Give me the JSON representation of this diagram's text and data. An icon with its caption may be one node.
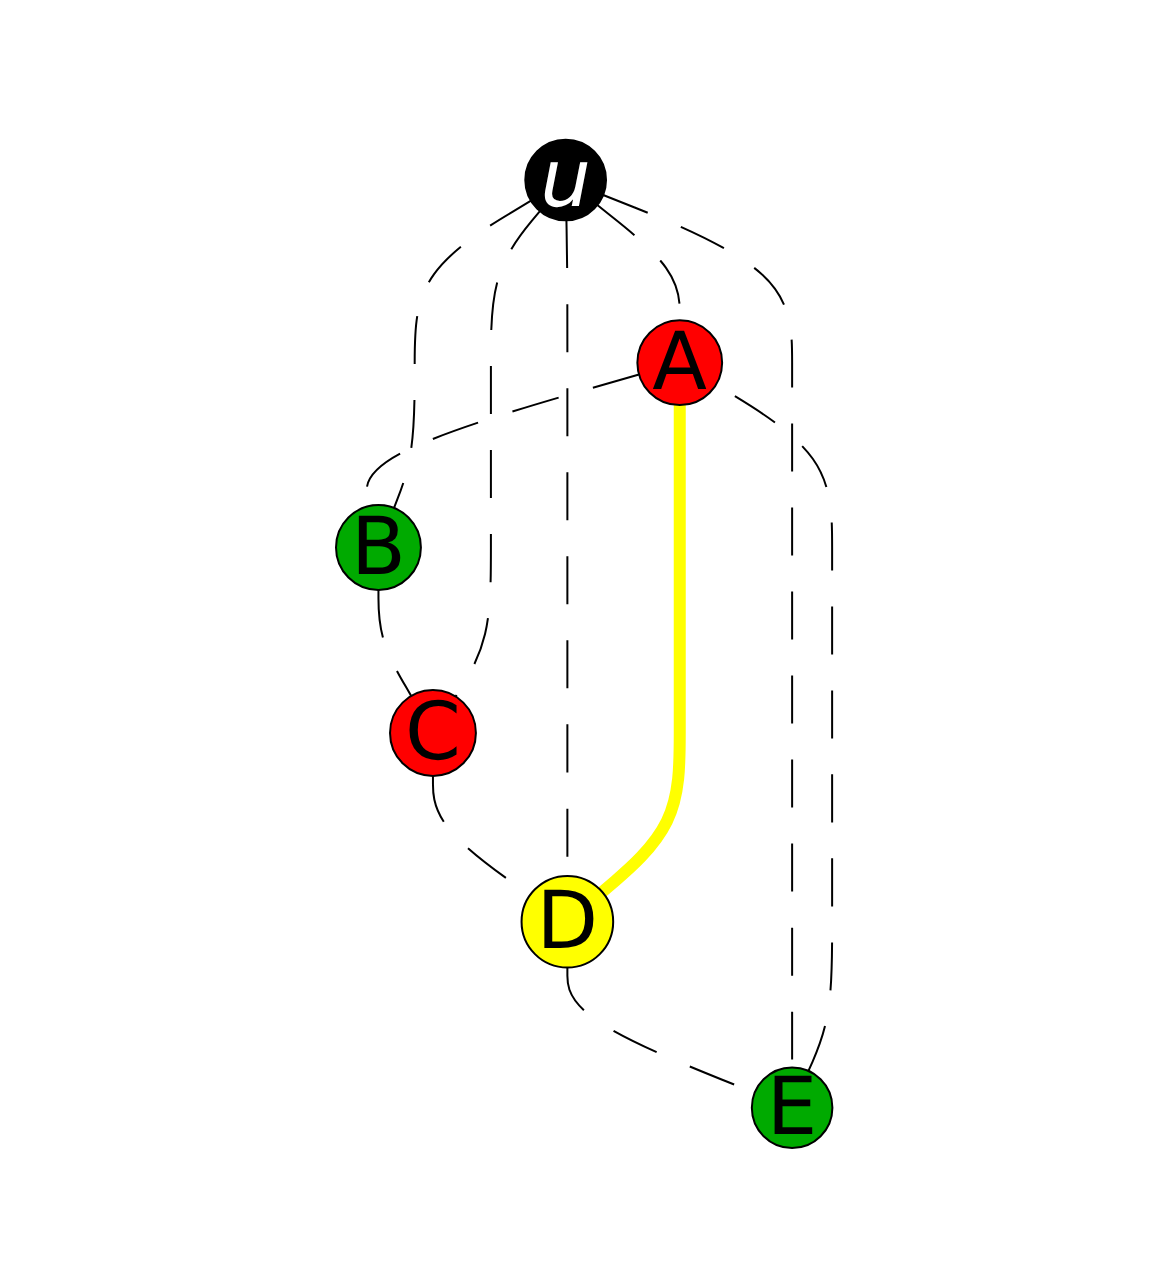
{
  "diagram": {
    "nodes": [
      {
        "text": [
          "A"
        ]
      },
      {
        "text": [
          "E"
        ]
      },
      {
        "text": [
          "B"
        ]
      },
      {
        "text": [
          "u"
        ]
      },
      {
        "text": [
          "D"
        ]
      },
      {
        "text": [
          "C"
        ]
      }
    ],
    "edges": [
      {
        "from": 0,
        "to": 2,
        "arrow": "none",
        "style": "dashed"
      },
      {
        "from": 2,
        "to": 5,
        "arrow": "none",
        "style": "dashed"
      },
      {
        "from": 5,
        "to": 4,
        "arrow": "none",
        "style": "dashed"
      },
      {
        "from": 4,
        "to": 1,
        "arrow": "none",
        "style": "dashed"
      },
      {
        "from": 1,
        "to": 0,
        "arrow": "none",
        "style": "dashed"
      },
      {
        "from": 3,
        "to": 0,
        "arrow": "none",
        "style": "dashed"
      },
      {
        "from": 3,
        "to": 2,
        "arrow": "none",
        "style": "dashed"
      },
      {
        "from": 3,
        "to": 5,
        "arrow": "none",
        "style": "dashed"
      },
      {
        "from": 3,
        "to": 4,
        "arrow": "none",
        "style": "dashed"
      },
      {
        "from": 3,
        "to": 1,
        "arrow": "none",
        "style": "dashed"
      },
      {
        "from": 0,
        "to": 4,
        "arrow": "none",
        "style": "thick",
        "color": "#ffff00"
      }
    ]
  }
}
